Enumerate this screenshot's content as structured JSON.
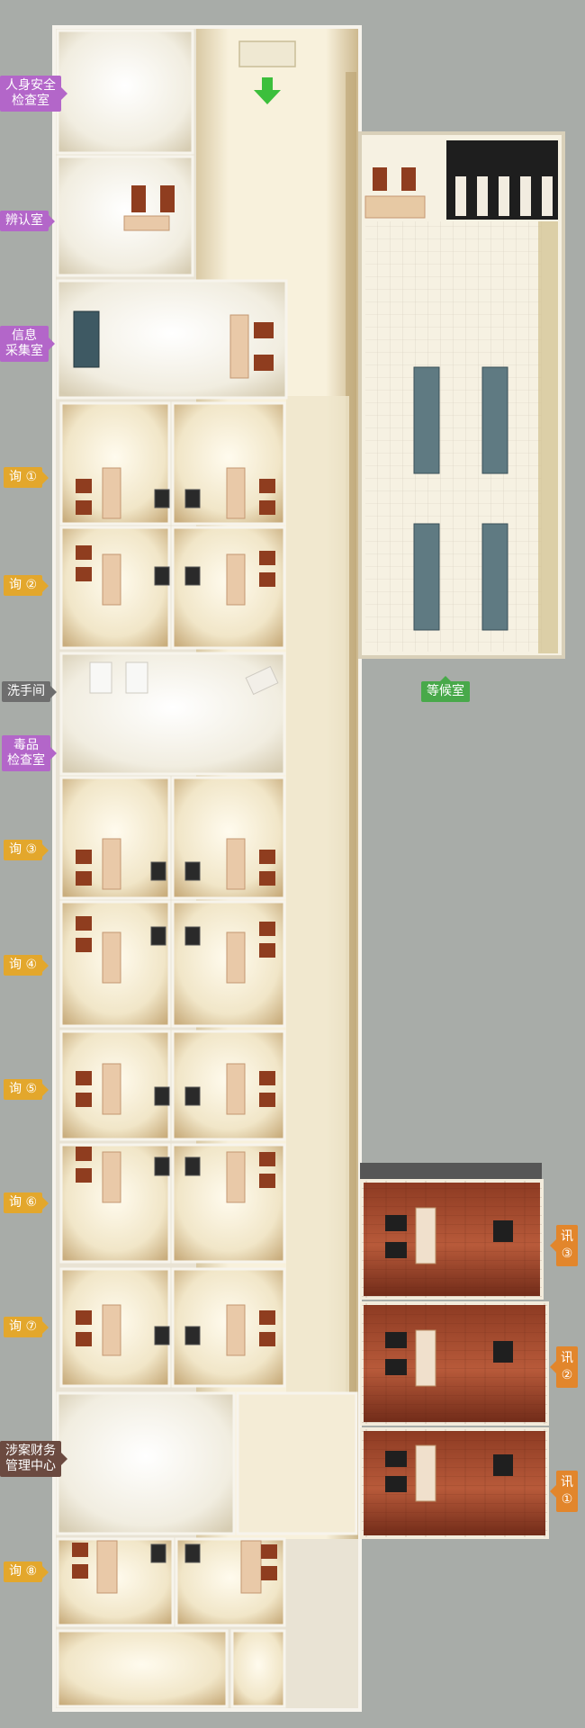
{
  "labels": {
    "personal_safety_check": "人身安全\n检查室",
    "identification": "辨认室",
    "info_collection": "信息\n采集室",
    "inquiry_1": "询 ①",
    "inquiry_2": "询 ②",
    "washroom": "洗手间",
    "drug_check": "毒品\n检查室",
    "inquiry_3": "询 ③",
    "inquiry_4": "询 ④",
    "inquiry_5": "询 ⑤",
    "inquiry_6": "询 ⑥",
    "inquiry_7": "询 ⑦",
    "property_center": "涉案财务\n管理中心",
    "inquiry_8": "询 ⑧",
    "waiting_room": "等候室",
    "interrogation_3": "讯\n③",
    "interrogation_2": "讯\n②",
    "interrogation_1": "讯\n①"
  },
  "colors": {
    "purple": "#b366c9",
    "yellow": "#e3a72c",
    "gray": "#6e6e6e",
    "green": "#48a94a",
    "orange": "#e2862c",
    "brown": "#6b4a40",
    "entrance_arrow": "#3cbf3c"
  },
  "icons": {
    "entrance": "down-arrow-icon"
  }
}
